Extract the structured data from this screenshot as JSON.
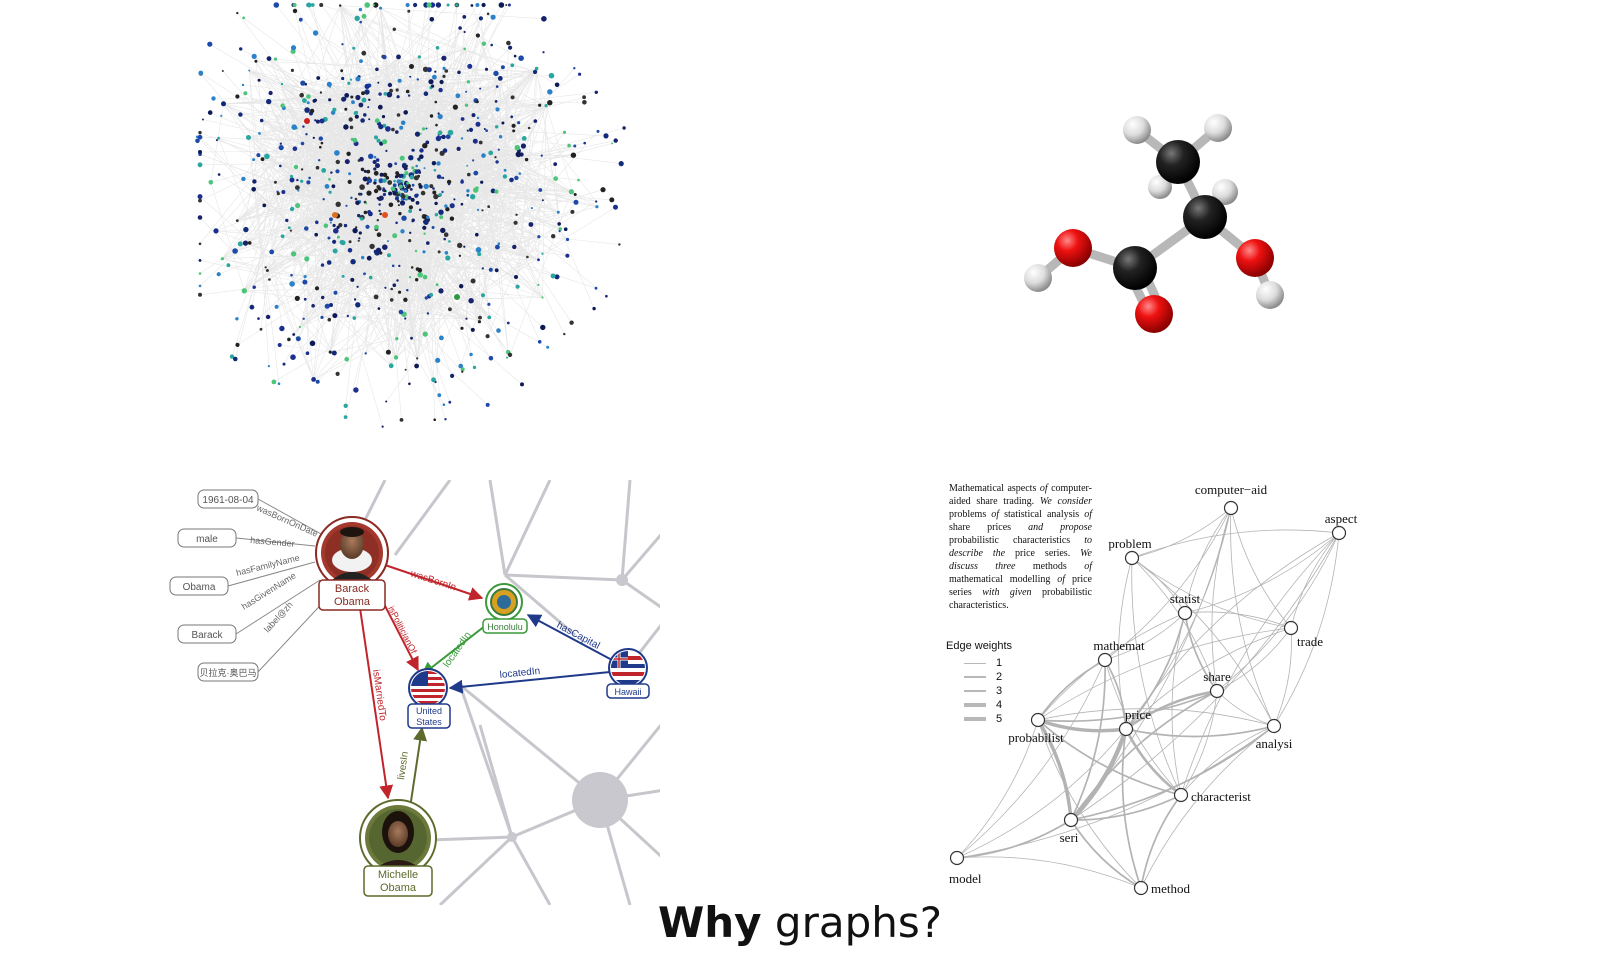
{
  "title": {
    "bold": "Why",
    "rest": " graphs?"
  },
  "knowledge_graph": {
    "literals": [
      "1961-08-04",
      "male",
      "Obama",
      "Barack",
      "贝拉克·奥巴马"
    ],
    "literal_edges": [
      "wasBornOnDate",
      "hasGender",
      "hasFamilyName",
      "hasGivenName",
      "label@zh"
    ],
    "entities": {
      "barack": [
        "Barack",
        "Obama"
      ],
      "honolulu": [
        "Honolulu"
      ],
      "hawaii": [
        "Hawaii"
      ],
      "united_states": [
        "United",
        "States"
      ],
      "michelle": [
        "Michelle",
        "Obama"
      ]
    },
    "relations": {
      "was_born_in": "wasBornIn",
      "is_politician_of": "isPoliticianOf",
      "is_married_to": "isMarriedTo",
      "located_in_honolulu": "locatedIn",
      "has_capital": "hasCapital",
      "located_in_hawaii": "locatedIn",
      "lives_in": "livesIn"
    },
    "colors": {
      "red": "#c0252b",
      "green": "#3a9a3a",
      "blue": "#1f3a8a",
      "olive": "#5c6b2c",
      "grid": "#c6c6cc"
    }
  },
  "text_graph": {
    "abstract": [
      {
        "t": "Mathematical aspects ",
        "i": false
      },
      {
        "t": "of",
        "i": true
      },
      {
        "t": " computer-aided share trading. ",
        "i": false
      },
      {
        "t": "We consider",
        "i": true
      },
      {
        "t": " problems ",
        "i": false
      },
      {
        "t": "of",
        "i": true
      },
      {
        "t": " statistical analysis ",
        "i": false
      },
      {
        "t": "of",
        "i": true
      },
      {
        "t": " share prices ",
        "i": false
      },
      {
        "t": "and propose",
        "i": true
      },
      {
        "t": " probabilistic characteristics ",
        "i": false
      },
      {
        "t": "to describe the",
        "i": true
      },
      {
        "t": " price series. ",
        "i": false
      },
      {
        "t": "We discuss three",
        "i": true
      },
      {
        "t": " methods ",
        "i": false
      },
      {
        "t": "of",
        "i": true
      },
      {
        "t": " mathematical modelling ",
        "i": false
      },
      {
        "t": "of",
        "i": true
      },
      {
        "t": " price series ",
        "i": false
      },
      {
        "t": "with given",
        "i": true
      },
      {
        "t": " probabilistic characteristics.",
        "i": false
      }
    ],
    "legend_title": "Edge weights",
    "legend_values": [
      "1",
      "2",
      "3",
      "4",
      "5"
    ],
    "nodes": [
      "computer−aid",
      "aspect",
      "problem",
      "statist",
      "trade",
      "mathemat",
      "share",
      "price",
      "probabilist",
      "analysi",
      "characterist",
      "seri",
      "model",
      "method"
    ]
  }
}
